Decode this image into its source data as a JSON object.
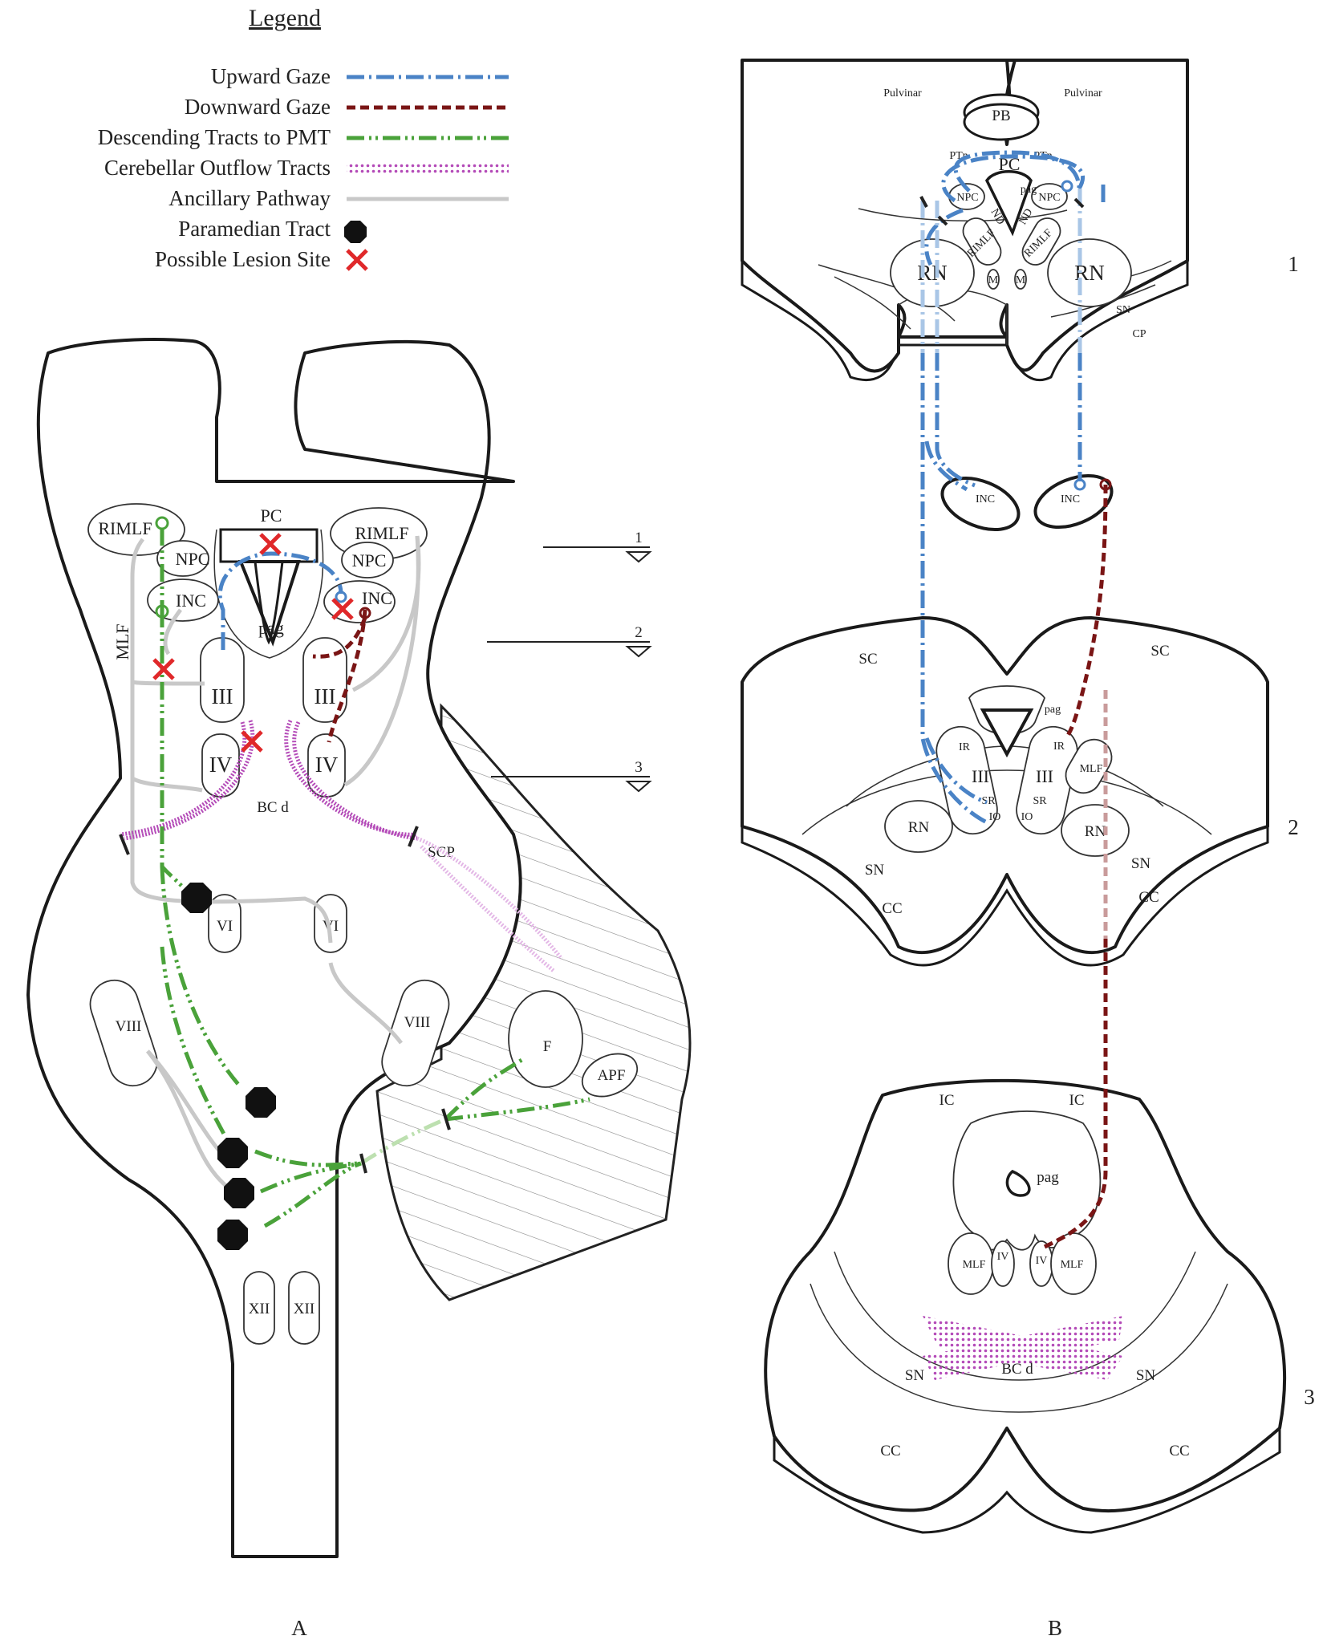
{
  "legend": {
    "title": "Legend",
    "items": [
      {
        "label": "Upward Gaze",
        "style": "blue-dash-dot",
        "color": "#4a83c6"
      },
      {
        "label": "Downward Gaze",
        "style": "red-dash",
        "color": "#7a1515"
      },
      {
        "label": "Descending Tracts to PMT",
        "style": "green-dash-dot-dot",
        "color": "#4aa23a"
      },
      {
        "label": "Cerebellar Outflow Tracts",
        "style": "purple-dotted",
        "color": "#b44bb8"
      },
      {
        "label": "Ancillary Pathway",
        "style": "gray-solid",
        "color": "#c8c8c8"
      },
      {
        "label": "Paramedian Tract",
        "style": "black-octagon",
        "color": "#111111"
      },
      {
        "label": "Possible Lesion Site",
        "style": "red-x",
        "color": "#e0282a"
      }
    ]
  },
  "panelA": {
    "caption": "A",
    "labels": {
      "rimlf": "RIMLF",
      "npc": "NPC",
      "inc": "INC",
      "pc": "PC",
      "pag": "pag",
      "mlf": "MLF",
      "iii": "III",
      "iv": "IV",
      "bcd": "BC d",
      "scp": "SCP",
      "vi": "VI",
      "viii": "VIII",
      "f": "F",
      "apf": "APF",
      "xii": "XII"
    },
    "sections": [
      "1",
      "2",
      "3"
    ]
  },
  "panelB": {
    "caption": "B",
    "section1": {
      "number": "1",
      "labels": {
        "pulvinar": "Pulvinar",
        "pb": "PB",
        "ptn": "PTn",
        "pc": "PC",
        "npc": "NPC",
        "pag": "pag",
        "nd": "ND",
        "rimlf": "RIMLF",
        "m": "M",
        "rn": "RN",
        "sn": "SN",
        "cp": "CP",
        "inc": "INC"
      }
    },
    "section2": {
      "number": "2",
      "labels": {
        "sc": "SC",
        "pag": "pag",
        "ir": "IR",
        "iii": "III",
        "sr": "SR",
        "io": "IO",
        "mlf": "MLF",
        "rn": "RN",
        "sn": "SN",
        "cc": "CC"
      }
    },
    "section3": {
      "number": "3",
      "labels": {
        "ic": "IC",
        "pag": "pag",
        "mlf": "MLF",
        "iv": "IV",
        "bcd": "BC d",
        "sn": "SN",
        "cc": "CC"
      }
    }
  }
}
